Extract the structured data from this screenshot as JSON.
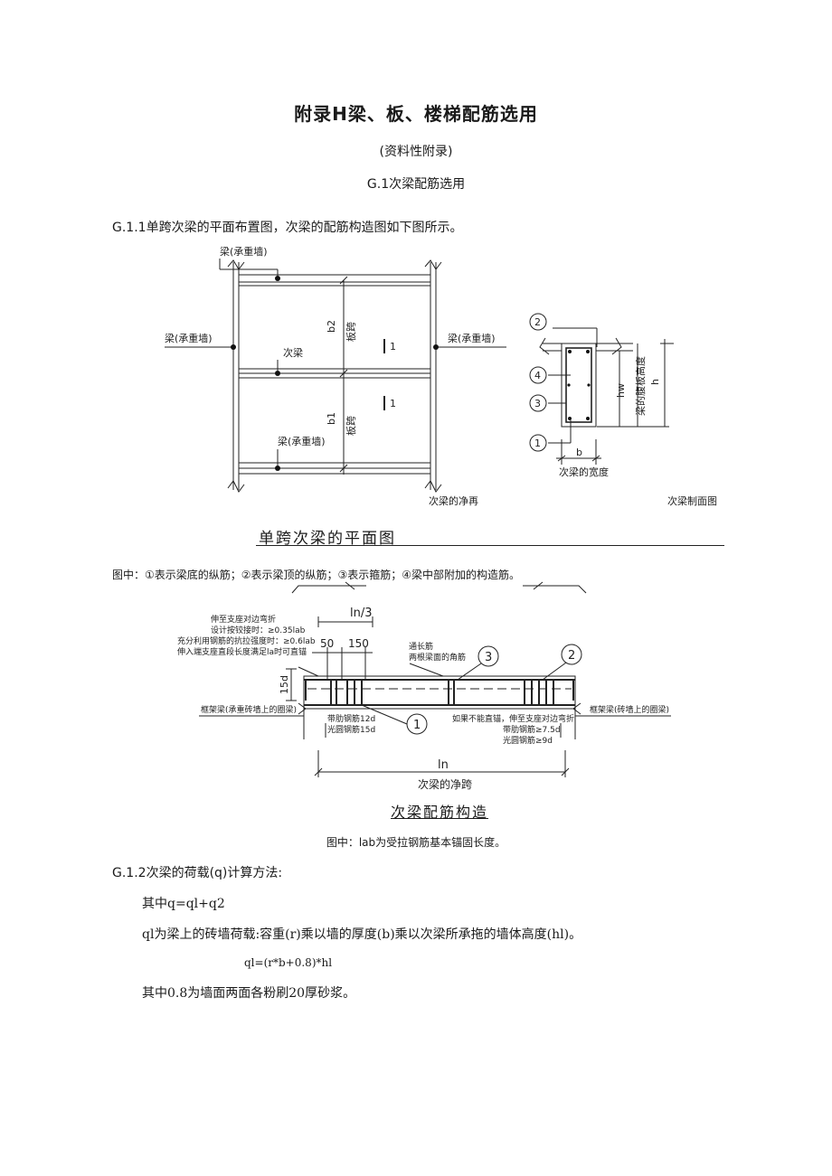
{
  "doc": {
    "title": "附录H梁、板、楼梯配筋选用",
    "subtitle": "(资料性附录)",
    "section": "G.1次梁配筋选用",
    "p_g111": "G.1.1单跨次梁的平面布置图，次梁的配筋构造图如下图所示。",
    "fig1_caption": "单跨次梁的平面图",
    "fig1_label_left": "次梁的净再",
    "fig1_label_right": "次梁制面图",
    "fig1_note": "图中：①表示梁底的纵筋；②表示梁顶的纵筋；③表示箍筋；④梁中部附加的构造筋。",
    "fig2_caption": "次梁配筋构造",
    "fig2_note": "图中：lab为受拉钢筋基本锚固长度。",
    "p_g112": "G.1.2次梁的荷载(q)计算方法:",
    "formula_q": "其中q=ql+q2",
    "desc_q1": "ql为梁上的砖墙荷载:容重(r)乘以墙的厚度(b)乘以次梁所承拖的墙体高度(hl)。",
    "formula_q1": "ql=(r*b+0.8)*hl",
    "note_08": "其中0.8为墙面两面各粉刷20厚砂浆。"
  },
  "plan": {
    "beam_top": "梁(承重墙)",
    "beam_left": "梁(承重墙)",
    "beam_right": "梁(承重墙)",
    "secondary": "次梁",
    "beam_bottom": "梁(承重墙)",
    "b2": "b2",
    "b1": "b1",
    "span_label_1": "板跨",
    "span_label_2": "板跨",
    "sec_mark_1": "1",
    "sec_mark_2": "1"
  },
  "section_view": {
    "n2": "2",
    "n4": "4",
    "n3": "3",
    "n1": "1",
    "hw": "hw",
    "h": "h",
    "slab_thk": "梁的腹板高度",
    "b": "b",
    "width_label": "次梁的宽度"
  },
  "detail": {
    "ln3": "ln/3",
    "note1": "伸至支座对边弯折",
    "note2": "设计按铰接时：≥0.35lab",
    "note3": "充分利用钢筋的抗拉强度时：≥0.6lab",
    "note4": "伸入端支座直段长度满足la时可直锚",
    "d50": "50",
    "d150": "150",
    "through": "通长筋",
    "through2": "两根梁面的角筋",
    "c3": "3",
    "c2": "2",
    "d15": "15d",
    "left_support": "框架梁(承重砖墙上的圈梁)",
    "rib1": "带肋钢筋12d",
    "rib2": "光圆钢筋15d",
    "c1": "1",
    "right_note1": "如果不能直锚，伸至支座对边弯折",
    "right_note2": "带肋钢筋≥7.5d",
    "right_note3": "光圆钢筋≥9d",
    "right_support": "框架梁(砖墙上的圈梁)",
    "ln": "ln",
    "clear_span": "次梁的净跨"
  }
}
